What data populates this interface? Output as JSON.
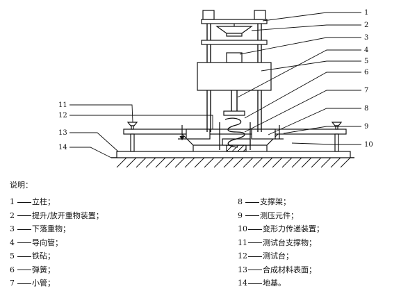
{
  "labels": [
    "1",
    "2",
    "3",
    "4",
    "5",
    "6",
    "7",
    "8",
    "9",
    "10",
    "11",
    "12",
    "13",
    "14"
  ],
  "legend": {
    "title": "说明：",
    "left": [
      {
        "num": "1",
        "text": "立柱；"
      },
      {
        "num": "2",
        "text": "提升/放开重物装置；"
      },
      {
        "num": "3",
        "text": "下落重物；"
      },
      {
        "num": "4",
        "text": "导向管；"
      },
      {
        "num": "5",
        "text": "铁砧；"
      },
      {
        "num": "6",
        "text": "弹簧；"
      },
      {
        "num": "7",
        "text": "小管；"
      }
    ],
    "right": [
      {
        "num": "8",
        "text": "支撑架；"
      },
      {
        "num": "9",
        "text": "测压元件；"
      },
      {
        "num": "10",
        "text": "变形力传递装置；"
      },
      {
        "num": "11",
        "text": "测试台支撑物；"
      },
      {
        "num": "12",
        "text": "测试台；"
      },
      {
        "num": "13",
        "text": "合成材料表面；"
      },
      {
        "num": "14",
        "text": "地基。"
      }
    ]
  }
}
